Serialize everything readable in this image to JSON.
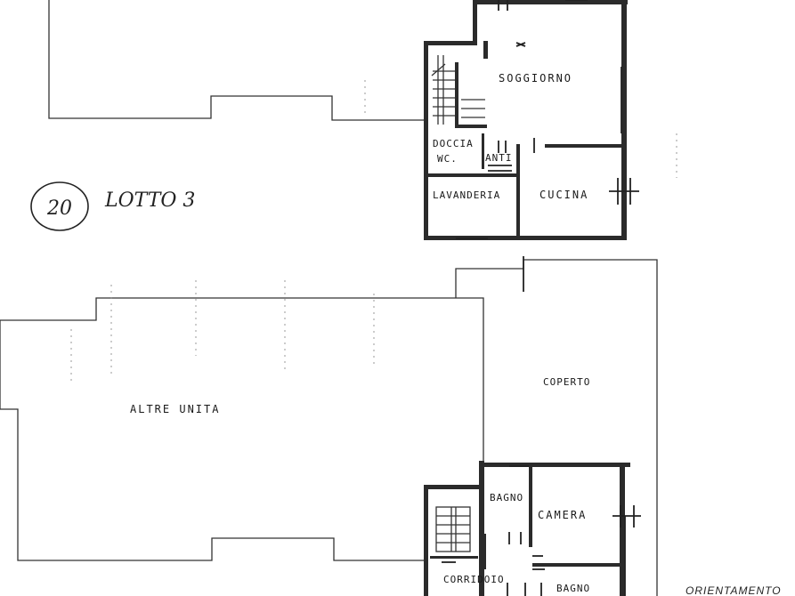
{
  "annotation": {
    "number": "20",
    "lot": "LOTTO 3"
  },
  "rooms": {
    "soggiorno": "SOGGIORNO",
    "doccia": "DOCCIA",
    "wc": "WC.",
    "anti": "ANTI",
    "lavanderia": "LAVANDERIA",
    "cucina": "CUCINA",
    "altre_unita": "ALTRE UNITA",
    "coperto": "COPERTO",
    "bagno_1": "BAGNO",
    "camera": "CAMERA",
    "corridoio": "CORRIDOIO",
    "bagno_2": "BAGNO"
  },
  "orientation": "ORIENTAMENTO",
  "colors": {
    "wall": "#2b2b2b",
    "line": "#333333",
    "background": "#ffffff"
  }
}
